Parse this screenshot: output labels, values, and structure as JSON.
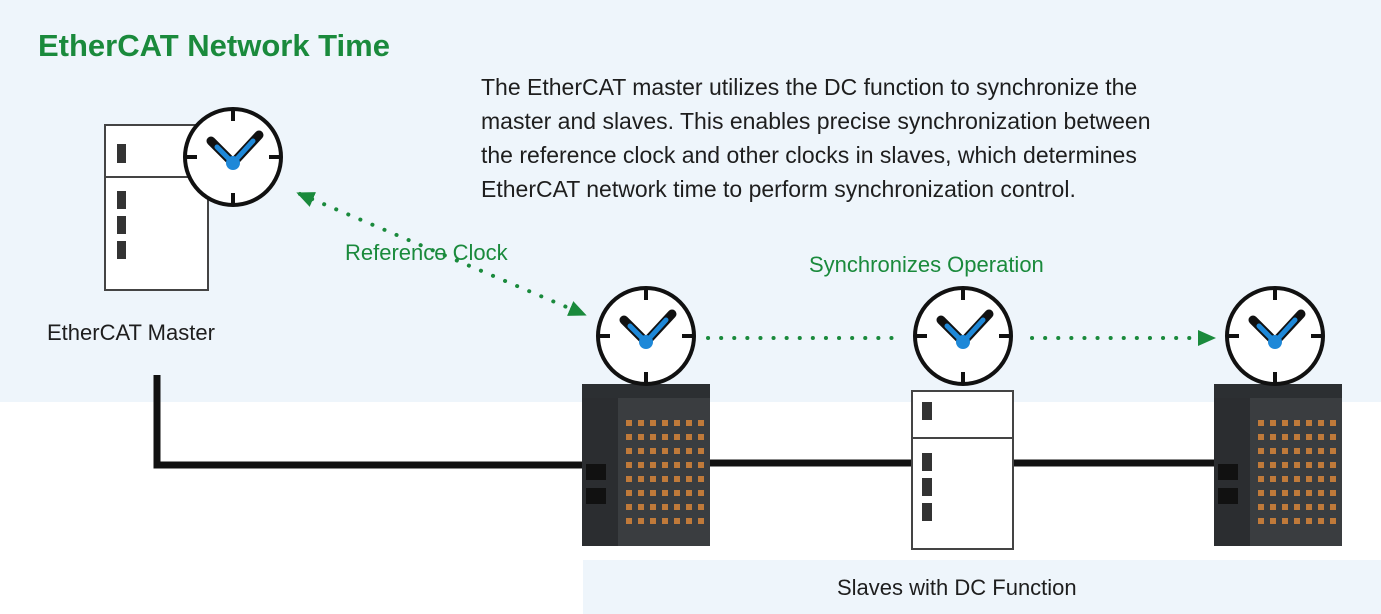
{
  "title": "EtherCAT Network Time",
  "description": [
    "The EtherCAT master utilizes the DC function to synchronize the",
    "master and slaves. This enables precise synchronization between",
    "the reference clock and other clocks in slaves, which determines",
    "EtherCAT network time to perform synchronization control."
  ],
  "labels": {
    "reference_clock": "Reference Clock",
    "synchronizes": "Synchronizes Operation",
    "master": "EtherCAT Master",
    "slaves": "Slaves with DC Function"
  },
  "colors": {
    "accent_green": "#1a8a3c",
    "clock_hand": "#1e88d8",
    "panel_bg": "#eef5fb",
    "cable": "#111111"
  },
  "icons": [
    "clock-icon",
    "master-device-icon",
    "io-module-icon",
    "slave-device-icon"
  ]
}
